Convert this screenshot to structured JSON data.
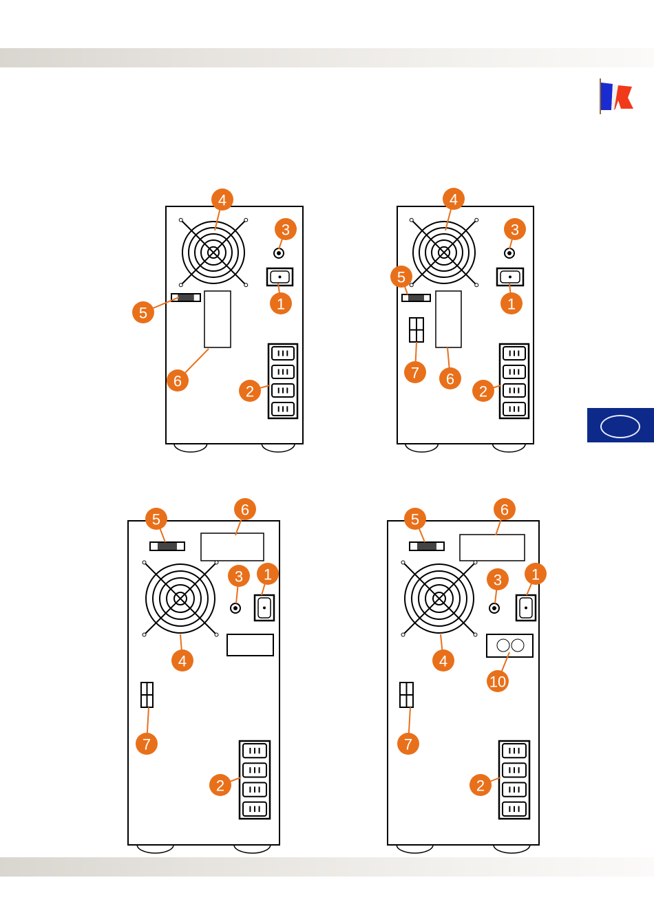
{
  "colors": {
    "callout": "#e8701a",
    "tab": "#0d2a8a",
    "line": "#000000"
  },
  "header": {
    "logo": "flag-logo"
  },
  "language_tab": {
    "icon": "oval-icon"
  },
  "diagrams": [
    {
      "name": "rear-panel-a",
      "callouts": [
        "4",
        "3",
        "1",
        "5",
        "6",
        "2"
      ]
    },
    {
      "name": "rear-panel-b",
      "callouts": [
        "4",
        "3",
        "5",
        "1",
        "7",
        "6",
        "2"
      ]
    },
    {
      "name": "rear-panel-c",
      "callouts": [
        "5",
        "6",
        "3",
        "1",
        "4",
        "7",
        "2"
      ]
    },
    {
      "name": "rear-panel-d",
      "callouts": [
        "5",
        "6",
        "3",
        "1",
        "4",
        "10",
        "7",
        "2"
      ]
    }
  ]
}
